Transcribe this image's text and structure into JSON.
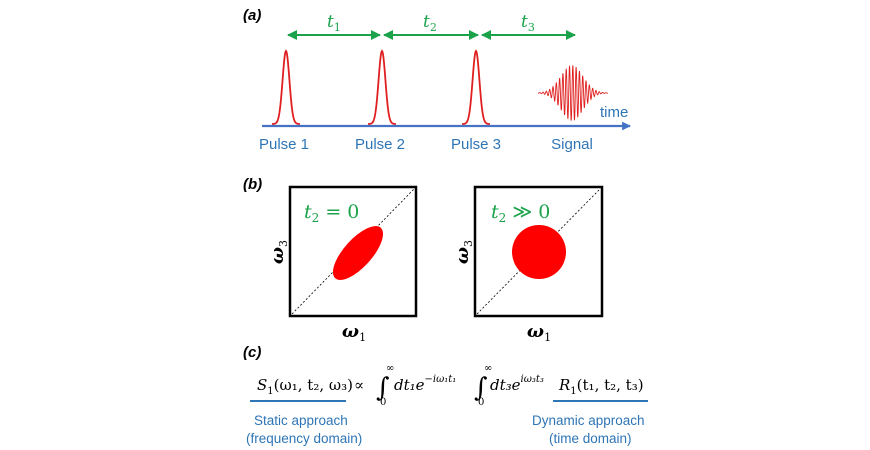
{
  "panel_a": {
    "label": "(a)",
    "delays": [
      {
        "symbol": "t",
        "sub": "1"
      },
      {
        "symbol": "t",
        "sub": "2"
      },
      {
        "symbol": "t",
        "sub": "3"
      }
    ],
    "time_label": "time",
    "pulses": [
      "Pulse 1",
      "Pulse 2",
      "Pulse 3",
      "Signal"
    ],
    "colors": {
      "pulse": "#e02020",
      "arrow": "#1aa34a",
      "axis": "#4472c4",
      "text": "#2e75b6"
    }
  },
  "panel_b": {
    "label": "(b)",
    "plots": [
      {
        "condition": {
          "symbol": "t",
          "sub": "2",
          "relation": " = 0"
        },
        "x_axis": {
          "symbol": "ω",
          "sub": "1"
        },
        "y_axis": {
          "symbol": "ω",
          "sub": "3"
        },
        "shape": "ellipse"
      },
      {
        "condition": {
          "symbol": "t",
          "sub": "2",
          "relation": " ≫ 0"
        },
        "x_axis": {
          "symbol": "ω",
          "sub": "1"
        },
        "y_axis": {
          "symbol": "ω",
          "sub": "3"
        },
        "shape": "circle"
      }
    ],
    "colors": {
      "spot": "#ff0000"
    }
  },
  "panel_c": {
    "label": "(c)",
    "equation": {
      "lhs": "S",
      "lhs_sub": "1",
      "lhs_args": "(ω₁, t₂, ω₃)",
      "proportional": "∝",
      "integral": "∫",
      "lower": "0",
      "upper": "∞",
      "int1_body": "dt₁e",
      "int1_exp": "−iω₁t₁",
      "int2_body": "dt₃e",
      "int2_exp": "iω₃t₃",
      "rhs": "R",
      "rhs_sub": "1",
      "rhs_args": "(t₁, t₂, t₃)"
    },
    "static_note": [
      "Static approach",
      "(frequency domain)"
    ],
    "dynamic_note": [
      "Dynamic approach",
      "(time domain)"
    ]
  }
}
